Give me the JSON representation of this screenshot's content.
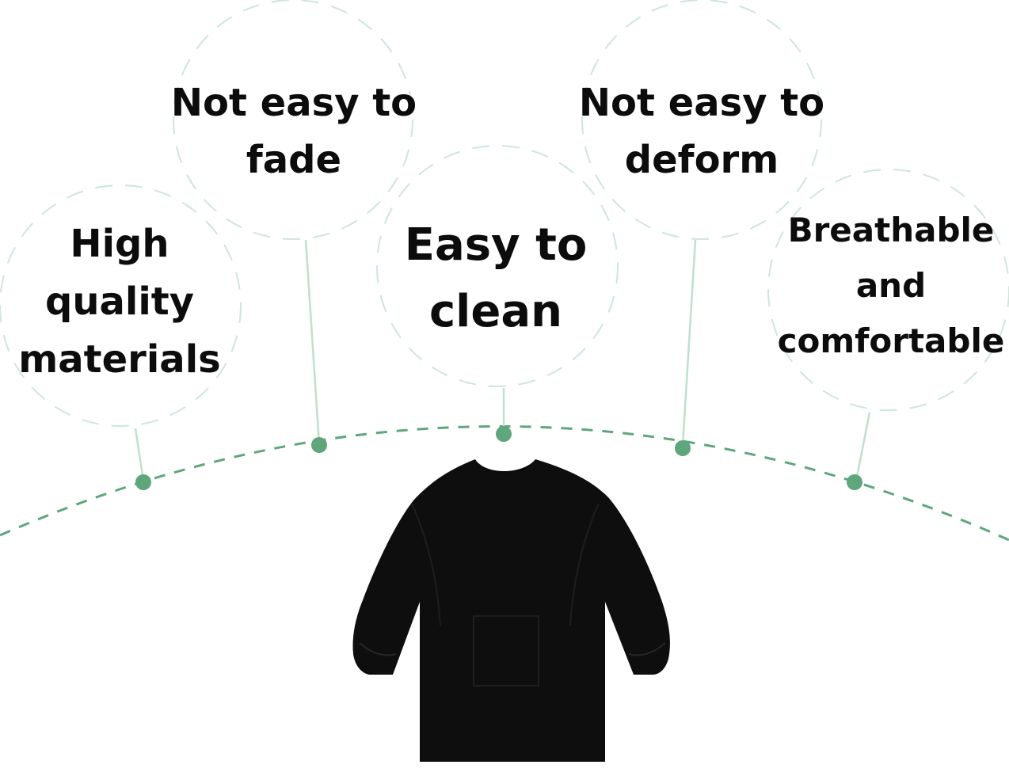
{
  "features": {
    "quality": {
      "lines": [
        "High",
        "quality",
        "materials"
      ]
    },
    "fade": {
      "lines": [
        "Not easy to",
        "fade"
      ]
    },
    "clean": {
      "lines": [
        "Easy to",
        "clean"
      ]
    },
    "deform": {
      "lines": [
        "Not easy to",
        "deform"
      ]
    },
    "breathable": {
      "lines": [
        "Breathable",
        "and",
        "comfortable"
      ]
    }
  },
  "colors": {
    "accent": "#5fa67c",
    "dashed_line": "#cfe6da",
    "garment": "#0e0e0e",
    "text": "#0c0c0c",
    "background": "#ffffff"
  },
  "icons": {
    "product": "black-long-sleeve-smock-icon"
  }
}
